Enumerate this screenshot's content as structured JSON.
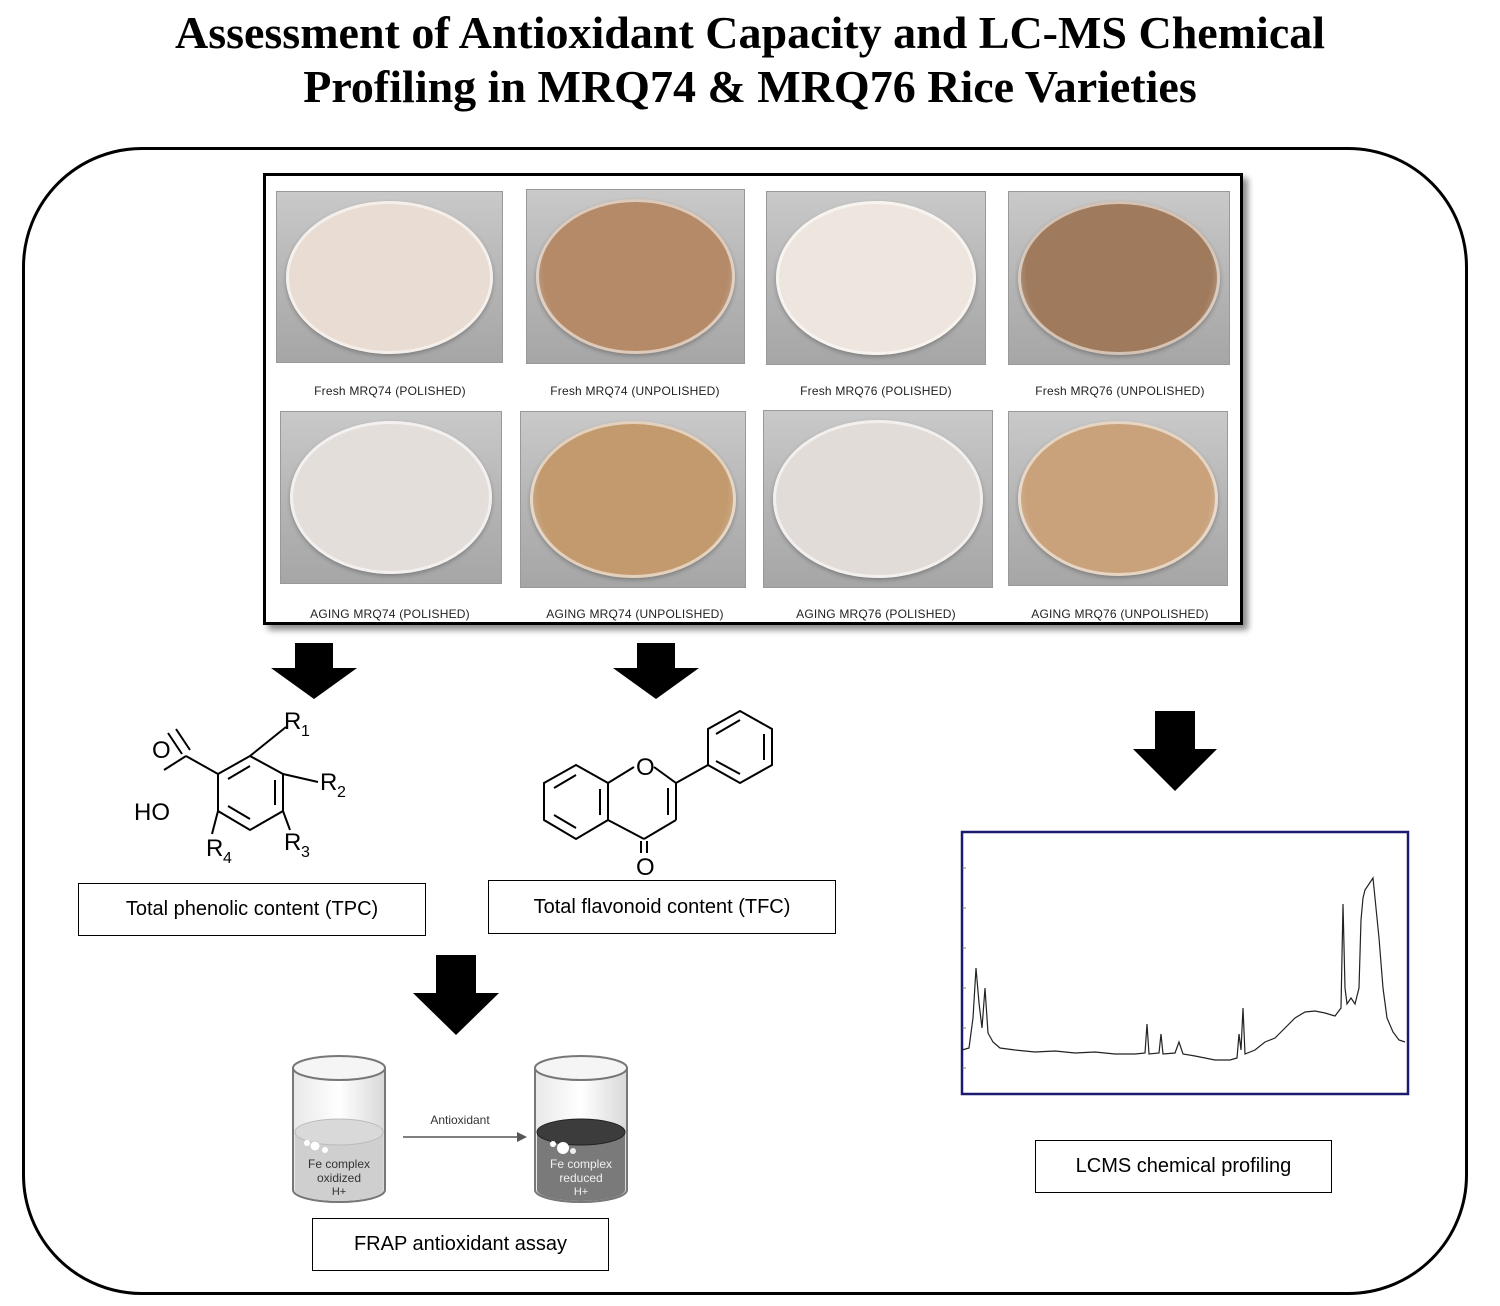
{
  "title": {
    "line1": "Assessment of Antioxidant Capacity and LC-MS Chemical",
    "line2": "Profiling in MRQ74 & MRQ76 Rice Varieties"
  },
  "photos": [
    {
      "label": "Fresh MRQ74 (POLISHED)",
      "tone": "#e9dcd2"
    },
    {
      "label": "Fresh MRQ74 (UNPOLISHED)",
      "tone": "#b48a68"
    },
    {
      "label": "Fresh MRQ76 (POLISHED)",
      "tone": "#eee6de"
    },
    {
      "label": "Fresh MRQ76 (UNPOLISHED)",
      "tone": "#9f7a5c"
    },
    {
      "label": "AGING MRQ74 (POLISHED)",
      "tone": "#e4dedb"
    },
    {
      "label": "AGING MRQ74 (UNPOLISHED)",
      "tone": "#c29a6e"
    },
    {
      "label": "AGING MRQ76 (POLISHED)",
      "tone": "#e2dcd8"
    },
    {
      "label": "AGING MRQ76 (UNPOLISHED)",
      "tone": "#c9a27c"
    }
  ],
  "tpc": {
    "label": "Total phenolic content (TPC)",
    "atoms": {
      "o": "O",
      "ho": "HO",
      "r": "R",
      "n1": "1",
      "n2": "2",
      "n3": "3",
      "n4": "4"
    }
  },
  "tfc": {
    "label": "Total flavonoid content (TFC)",
    "atoms": {
      "o_ring": "O",
      "o_keto": "O"
    }
  },
  "frap": {
    "label": "FRAP antioxidant assay",
    "arrow_label": "Antioxidant",
    "left_beaker": {
      "line1": "Fe complex",
      "line2": "oxidized",
      "line3": "H+"
    },
    "right_beaker": {
      "line1": "Fe complex",
      "line2": "reduced",
      "line3": "H+"
    }
  },
  "lcms": {
    "label": "LCMS chemical profiling"
  },
  "colors": {
    "frame": "#000000",
    "chrom_axis": "#1a1a6e",
    "chrom_trace": "#222222"
  }
}
